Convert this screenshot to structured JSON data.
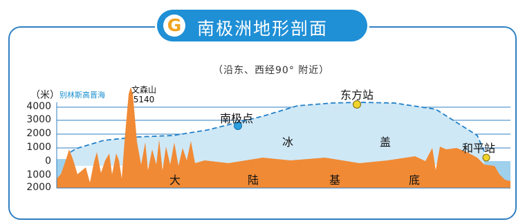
{
  "badge": "G",
  "title": "南极洲地形剖面",
  "subtitle": "（沿东、西经90° 附近）",
  "y_unit": "（米）",
  "inferred_label": "别林斯高晋海",
  "y_ticks": [
    "4000",
    "3000",
    "2000",
    "1000",
    "0",
    "1000",
    "2000"
  ],
  "peak": {
    "name": "文森山",
    "elevation": "5140"
  },
  "points": {
    "south_pole": "南极点",
    "vostok": "东方站",
    "mirny": "和平站"
  },
  "ice": {
    "a": "冰",
    "b": "盖"
  },
  "continent": [
    "大",
    "陆",
    "基",
    "底"
  ],
  "colors": {
    "frame": "#2f7fc2",
    "ice": "#cfe8f6",
    "rock": "#f08a35",
    "sea": "#9fd0ec",
    "point_blue": "#2aa0e0",
    "point_yellow": "#f2d32a"
  }
}
